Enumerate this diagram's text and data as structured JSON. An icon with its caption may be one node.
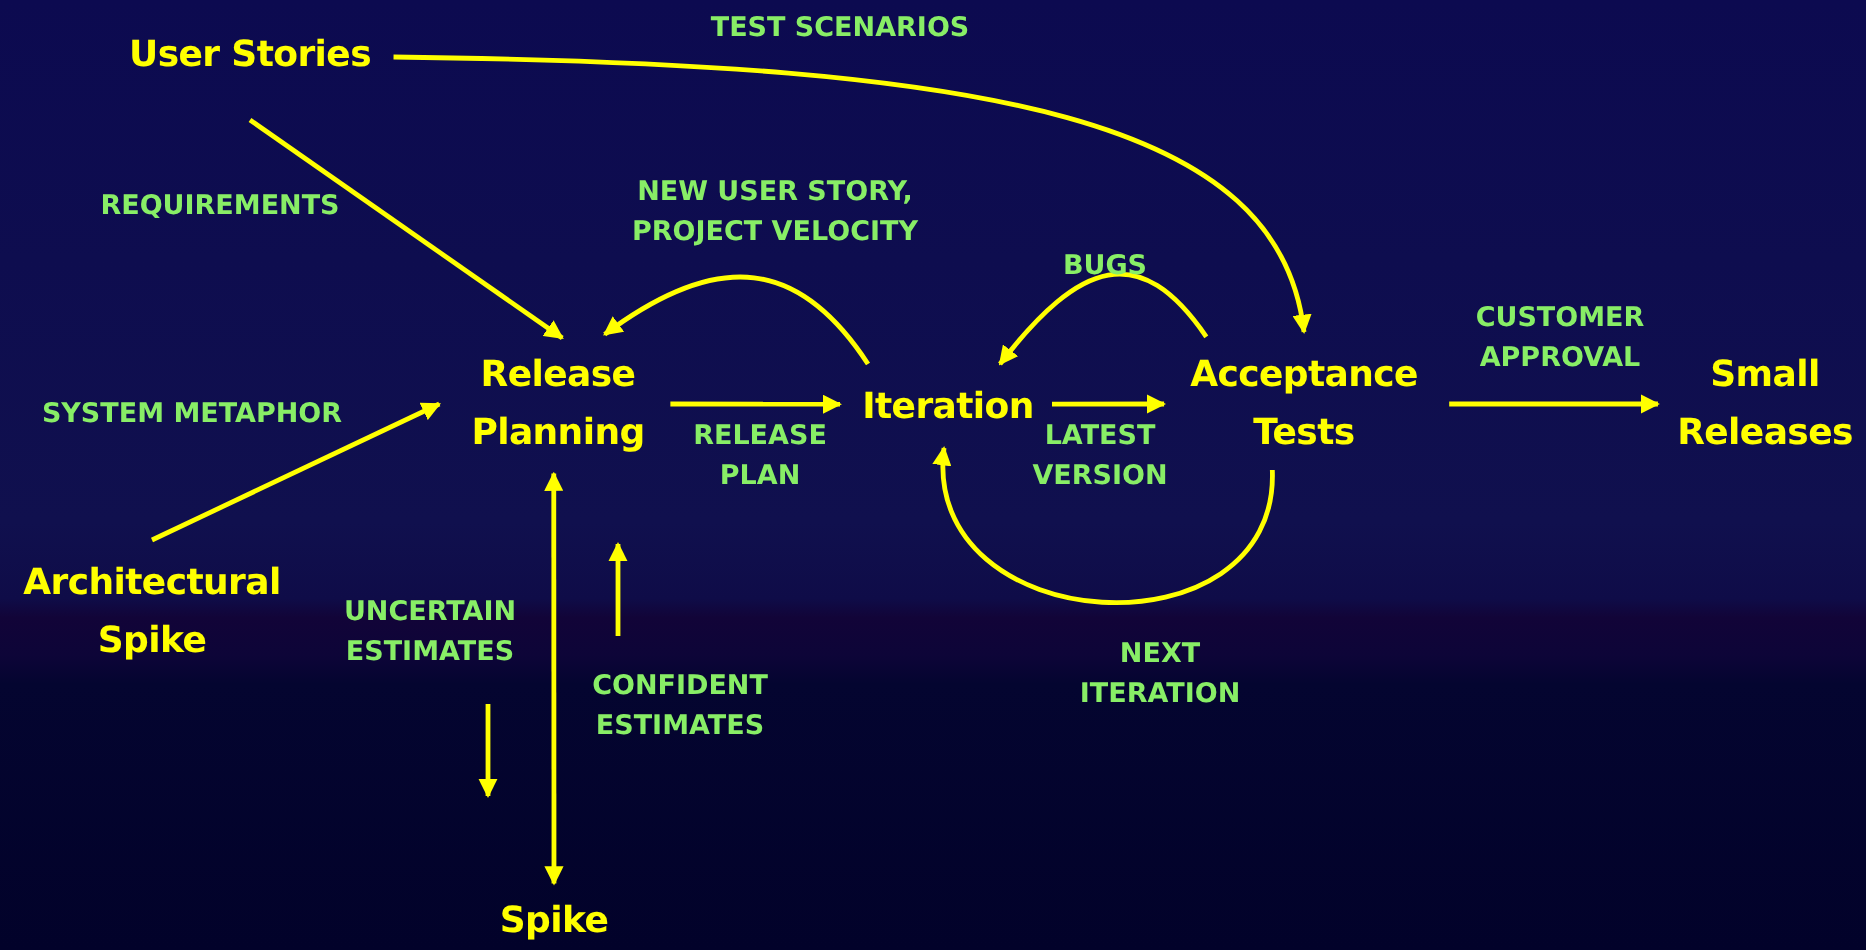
{
  "diagram": {
    "nodes": [
      {
        "text": [
          "User Stories"
        ]
      },
      {
        "text": [
          "Release Planning"
        ]
      },
      {
        "text": [
          "Iteration"
        ]
      },
      {
        "text": [
          "Acceptance Tests"
        ]
      },
      {
        "text": [
          "Small Releases"
        ]
      },
      {
        "text": [
          "Architectural Spike"
        ]
      },
      {
        "text": [
          "Spike"
        ]
      }
    ],
    "edges": [
      {
        "from": 0,
        "to": 1,
        "arrow": "to",
        "label": "REQUIREMENTS"
      },
      {
        "from": 0,
        "to": 3,
        "arrow": "to",
        "label": "TEST SCENARIOS"
      },
      {
        "from": 5,
        "to": 1,
        "arrow": "to",
        "label": "SYSTEM METAPHOR"
      },
      {
        "from": 1,
        "to": 2,
        "arrow": "to",
        "label": "RELEASE PLAN"
      },
      {
        "from": 2,
        "to": 1,
        "arrow": "to",
        "label": "NEW USER STORY, PROJECT VELOCITY"
      },
      {
        "from": 2,
        "to": 3,
        "arrow": "to",
        "label": "LATEST VERSION"
      },
      {
        "from": 3,
        "to": 2,
        "arrow": "to",
        "label": "BUGS"
      },
      {
        "from": 3,
        "to": 2,
        "arrow": "to",
        "label": "NEXT ITERATION"
      },
      {
        "from": 3,
        "to": 4,
        "arrow": "to",
        "label": "CUSTOMER APPROVAL"
      },
      {
        "from": 1,
        "to": 6,
        "arrow": "both"
      }
    ],
    "labels": [
      "UNCERTAIN ESTIMATES",
      "CONFIDENT ESTIMATES"
    ]
  }
}
